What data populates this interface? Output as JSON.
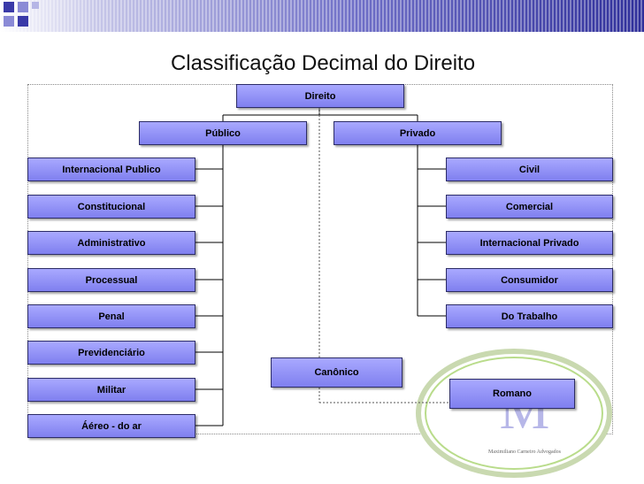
{
  "slide": {
    "title": "Classificação Decimal do Direito"
  },
  "nodes": {
    "root": "Direito",
    "publico": "Público",
    "privado": "Privado",
    "canonico": "Canônico",
    "romano": "Romano"
  },
  "publico_items": [
    "Internacional Publico",
    "Constitucional",
    "Administrativo",
    "Processual",
    "Penal",
    "Previdenciário",
    "Militar",
    "Áéreo -  do ar"
  ],
  "privado_items": [
    "Civil",
    "Comercial",
    "Internacional Privado",
    "Consumidor",
    "Do Trabalho"
  ],
  "logo": {
    "monogram": "M",
    "caption": "Maximiliano Carneiro Advogados"
  },
  "colors": {
    "box_fill": "#9999ff",
    "box_border": "#2c2c66",
    "stripe": "#3a3aa8",
    "logo_ring": "#8cc63f"
  }
}
